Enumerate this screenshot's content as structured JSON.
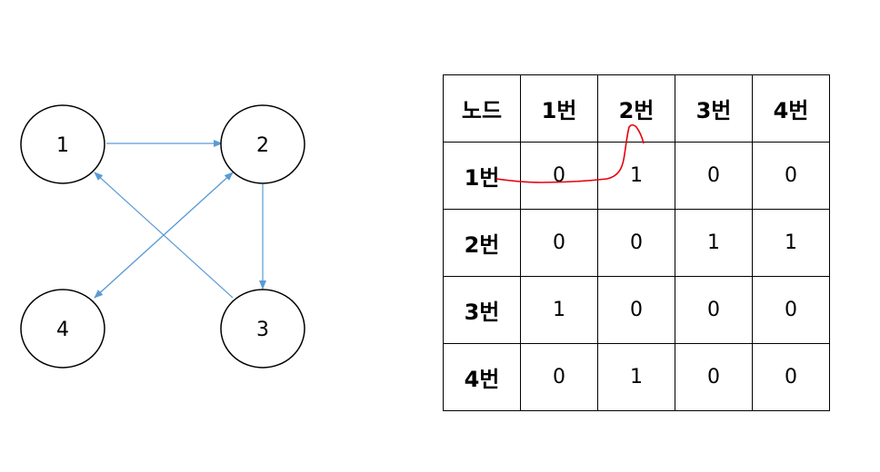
{
  "graph": {
    "nodes": [
      {
        "id": "n1",
        "label": "1"
      },
      {
        "id": "n2",
        "label": "2"
      },
      {
        "id": "n3",
        "label": "3"
      },
      {
        "id": "n4",
        "label": "4"
      }
    ],
    "edges": [
      {
        "from": "1",
        "to": "2"
      },
      {
        "from": "2",
        "to": "3"
      },
      {
        "from": "3",
        "to": "1"
      },
      {
        "from": "2",
        "to": "4"
      },
      {
        "from": "4",
        "to": "2"
      }
    ],
    "edge_color": "#5b9bd5"
  },
  "table": {
    "corner": "노드",
    "col_headers": [
      "1번",
      "2번",
      "3번",
      "4번"
    ],
    "row_headers": [
      "1번",
      "2번",
      "3번",
      "4번"
    ],
    "cells": [
      [
        "0",
        "1",
        "0",
        "0"
      ],
      [
        "0",
        "0",
        "1",
        "1"
      ],
      [
        "1",
        "0",
        "0",
        "0"
      ],
      [
        "0",
        "1",
        "0",
        "0"
      ]
    ]
  },
  "annotation": {
    "color": "#e8000b"
  }
}
